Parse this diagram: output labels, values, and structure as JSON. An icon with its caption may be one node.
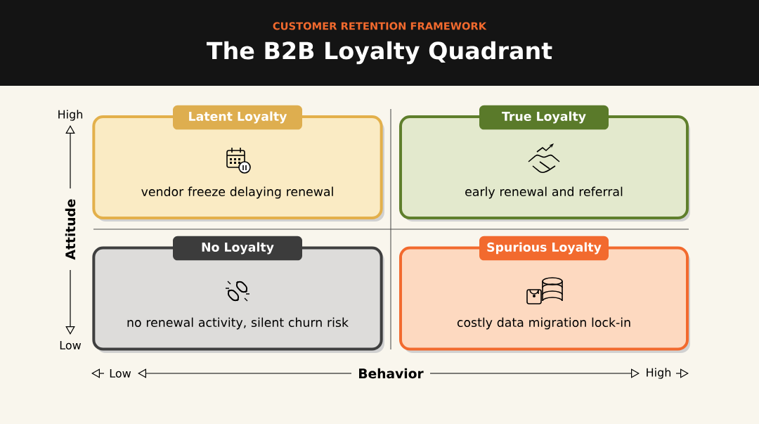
{
  "diagram": {
    "title": "The B2B Loyalty Quadrant",
    "nodes": [
      {
        "text": [
          "Latent Loyalty",
          "vendor freeze delaying renewal"
        ]
      },
      {
        "text": [
          "True Loyalty",
          "early renewal and referral"
        ]
      },
      {
        "text": [
          "No Loyalty",
          "no renewal activity, silent churn risk"
        ]
      },
      {
        "text": [
          "Spurious Loyalty",
          "costly data migration lock-in"
        ]
      }
    ],
    "labels": [
      "CUSTOMER RETENTION FRAMEWORK",
      "High",
      "Attitude",
      "Low",
      "Low",
      "Behavior",
      "High"
    ]
  }
}
